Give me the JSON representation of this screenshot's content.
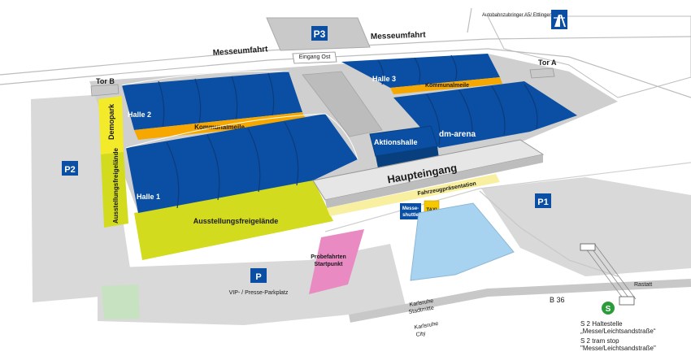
{
  "roads": {
    "messeumfahrt_left": "Messeumfahrt",
    "messeumfahrt_right": "Messeumfahrt",
    "b36": "B 36",
    "autobahn": "Autobahnzubringer A5/ Ettlingen LaSt"
  },
  "gates": {
    "tor_a": "Tor A",
    "tor_b": "Tor B",
    "eingang_ost": "Eingang Ost",
    "haupteingang": "Haupteingang"
  },
  "halls": {
    "halle1": "Halle 1",
    "halle2": "Halle 2",
    "halle3": "Halle 3",
    "aktionshalle": "Aktionshalle",
    "dm_arena": "dm-arena"
  },
  "areas": {
    "kommunalmeile_1": "Kommunalmeile",
    "kommunalmeile_2": "Kommunalmeile",
    "demopark": "Demopark",
    "ausstellungsfreigelaende_v": "Ausstellungsfreigelände",
    "ausstellungsfreigelaende_h": "Ausstellungsfreigelände",
    "fahrzeugpraesentation": "Fahrzeugpräsentation",
    "probefahrten_1": "Probefahrten",
    "probefahrten_2": "Startpunkt",
    "vip_parkplatz": "VIP- / Presse-Parkplatz"
  },
  "parking": {
    "p1": "P1",
    "p2": "P2",
    "p3": "P3",
    "p_vip": "P"
  },
  "transport": {
    "messe_shuttle_1": "Messe-",
    "messe_shuttle_2": "shuttle",
    "taxi": "TAXI",
    "rastatt": "Rastatt",
    "karlsruhe_stadtmitte_1": "Karlsruhe",
    "karlsruhe_stadtmitte_2": "Stadtmitte",
    "karlsruhe_city_1": "Karlsruhe",
    "karlsruhe_city_2": "City",
    "sbahn_symbol": "S",
    "tram_de_1": "S 2 Haltestelle",
    "tram_de_2": "„Messe/Leichtsandstraße“",
    "tram_en_1": "S 2 tram stop",
    "tram_en_2": "\"Messe/Leichtsandstraße\""
  },
  "colors": {
    "hall_blue": "#0a4fa3",
    "kommunalmeile_orange": "#f6a800",
    "demopark_yellow": "#f3ea2a",
    "freigelaende_lime": "#d3db1f",
    "fahrzeug_light_yellow": "#f8f0a0",
    "probefahrten_pink": "#e98ac2",
    "lake_blue": "#a8d3f0",
    "ground_gray": "#d9d9d9",
    "building_gray": "#c9c9c9",
    "green_patch": "#c6e2c0",
    "sbahn_green": "#2a9d3a"
  }
}
